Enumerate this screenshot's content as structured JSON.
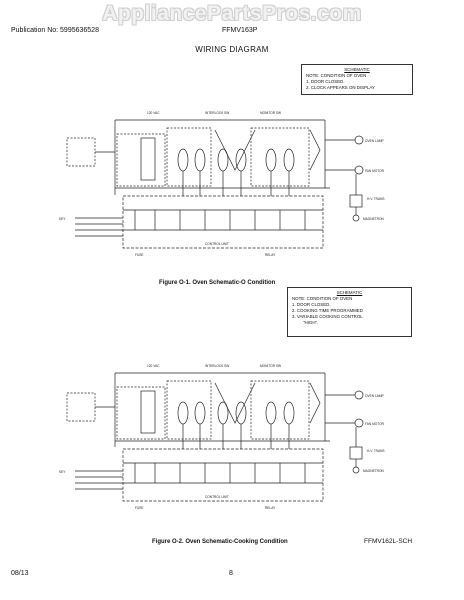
{
  "watermark": "AppliancePartsPros.com",
  "header": {
    "publication": "Publication No: 5995636528",
    "model": "FFMV163P"
  },
  "title": "WIRING DIAGRAM",
  "figure1": {
    "note": {
      "title": "SCHEMATIC",
      "lines": [
        "NOTE: CONDITION OF OVEN",
        "1.    DOOR CLOSED.",
        "2.    CLOCK APPEARS ON DISPLAY"
      ]
    },
    "caption": "Figure O-1.   Oven Schematic-O   Condition"
  },
  "figure2": {
    "note": {
      "title": "SCHEMATIC",
      "lines": [
        "NOTE: CONDITION OF OVEN",
        "1.    DOOR CLOSED.",
        "2.    COOKING   TIME PROGRAMMED",
        "3.    VARIABLE  COOKING  CONTROL",
        "         \"HIGH\"."
      ]
    },
    "caption": "Figure O-2.   Oven Schematic-Cooking Condition",
    "model_ref": "FFMV162L-SCH"
  },
  "footer": {
    "date": "08/13",
    "page": "8"
  }
}
